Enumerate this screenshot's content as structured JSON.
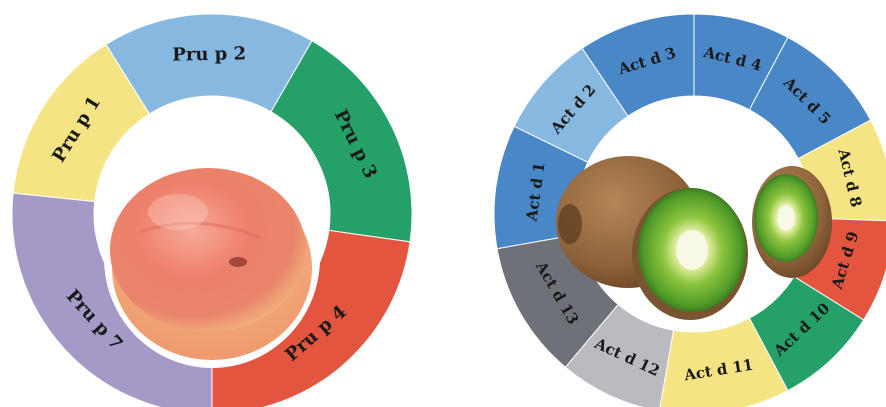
{
  "left_ring": {
    "segments": [
      {
        "label": "Pru p 1",
        "color": "#F5E483"
      },
      {
        "label": "Pru p 2",
        "color": "#86B8E0"
      },
      {
        "label": "Pru p 3",
        "color": "#24A068"
      },
      {
        "label": "Pru p 4",
        "color": "#E4553F"
      },
      {
        "label": "Pru p  7",
        "color": "#A59AC7"
      }
    ],
    "center": "peach"
  },
  "right_ring": {
    "segments": [
      {
        "label": "Act d 1",
        "color": "#4A87C6"
      },
      {
        "label": "Act d 2",
        "color": "#86B8E0"
      },
      {
        "label": "Act d 3",
        "color": "#4A87C6"
      },
      {
        "label": "Act d 4",
        "color": "#4A87C6"
      },
      {
        "label": "Act d 5",
        "color": "#4A87C6"
      },
      {
        "label": "Act d 8",
        "color": "#F5E483"
      },
      {
        "label": "Act d 9",
        "color": "#E4553F"
      },
      {
        "label": "Act d 10",
        "color": "#24A068"
      },
      {
        "label": "Act d 11",
        "color": "#F5E483"
      },
      {
        "label": "Act d 12",
        "color": "#B9BBC0"
      },
      {
        "label": "Act d 13",
        "color": "#6E7278"
      }
    ],
    "center": "kiwi"
  }
}
